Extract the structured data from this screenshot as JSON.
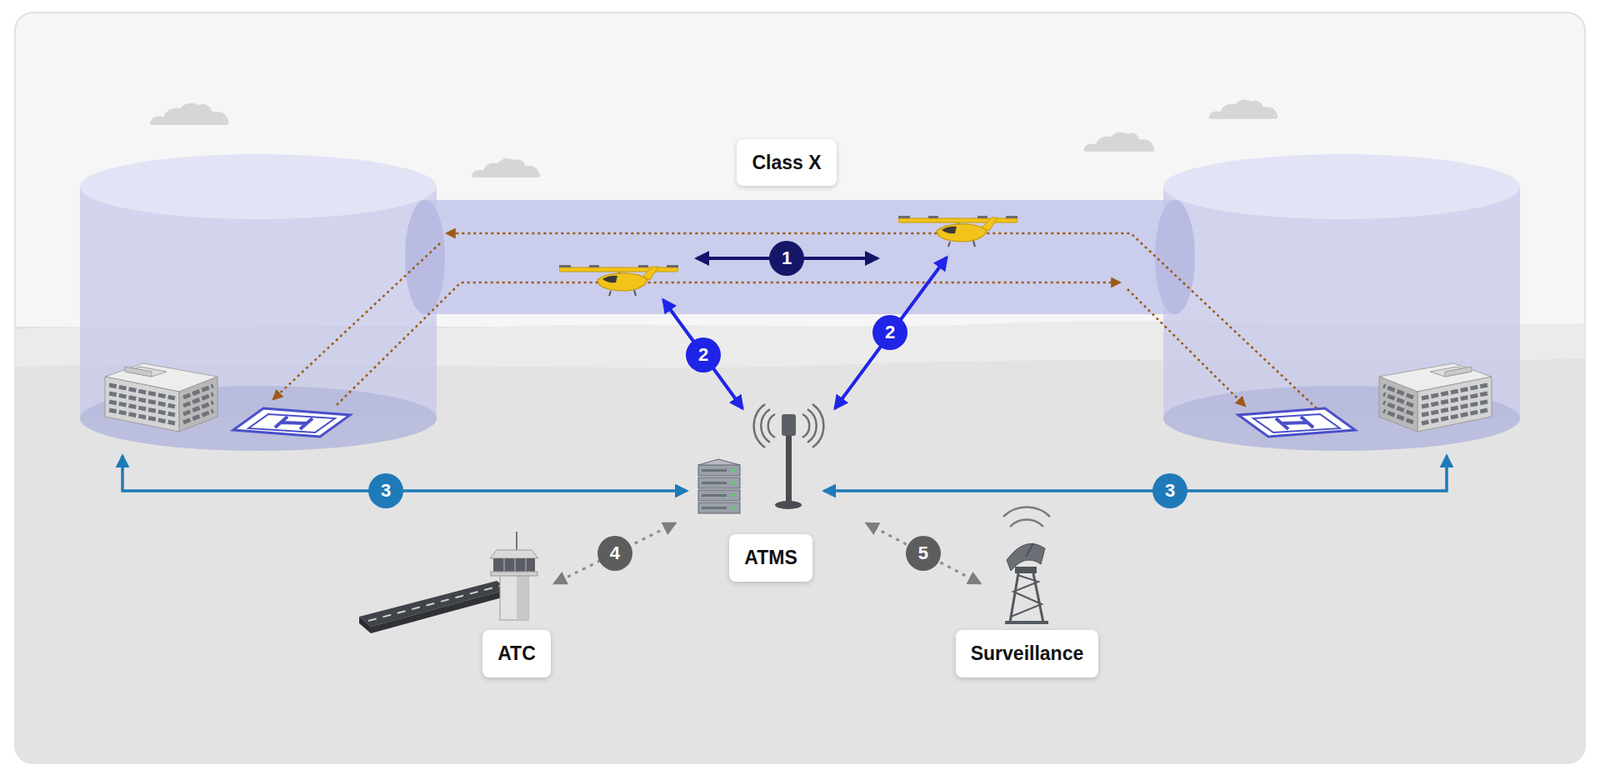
{
  "diagram": {
    "nodes": [
      {
        "text": [
          "Class X"
        ]
      },
      {
        "text": [
          "ATMS"
        ]
      },
      {
        "text": [
          "ATC"
        ]
      },
      {
        "text": [
          "Surveillance"
        ]
      }
    ],
    "edges": [
      {
        "from": 1,
        "to": 2,
        "arrow": "both",
        "label": "4"
      },
      {
        "from": 1,
        "to": 3,
        "arrow": "both",
        "label": "5"
      }
    ],
    "labels": [
      "1",
      "2",
      "2",
      "3",
      "3"
    ]
  }
}
